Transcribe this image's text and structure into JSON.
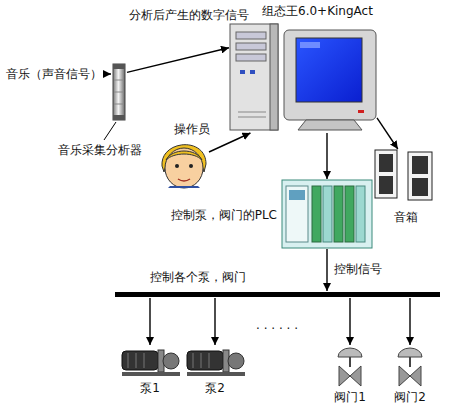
{
  "diagram": {
    "nodes": [
      {
        "text": [
          "音乐（声音信号）"
        ]
      },
      {
        "text": [
          "音乐采集分析器"
        ]
      },
      {
        "text": [
          "组态王6.0+KingAct"
        ]
      },
      {
        "text": [
          "操作员"
        ]
      },
      {
        "text": [
          "音箱"
        ]
      },
      {
        "text": [
          "控制泵，阀门的PLC"
        ]
      },
      {
        "text": [
          "控制各个泵，阀门"
        ]
      },
      {
        "text": [
          "泵1"
        ]
      },
      {
        "text": [
          "泵2"
        ]
      },
      {
        "text": [
          "阀门1"
        ]
      },
      {
        "text": [
          "阀门2"
        ]
      }
    ],
    "edges": [
      {
        "from": 0,
        "to": 1,
        "arrow": "to"
      },
      {
        "from": 1,
        "to": 2,
        "arrow": "to",
        "label": "分析后产生的数字信号"
      },
      {
        "from": 3,
        "to": 2,
        "arrow": "to"
      },
      {
        "from": 2,
        "to": 4,
        "arrow": "to"
      },
      {
        "from": 2,
        "to": 5,
        "arrow": "to"
      },
      {
        "from": 5,
        "to": 6,
        "arrow": "to",
        "label": "控制信号"
      },
      {
        "from": 6,
        "to": 7,
        "arrow": "to"
      },
      {
        "from": 6,
        "to": 8,
        "arrow": "to"
      },
      {
        "from": 6,
        "to": 9,
        "arrow": "to"
      },
      {
        "from": 6,
        "to": 10,
        "arrow": "to"
      }
    ],
    "labels": [
      "· · · · · ·"
    ]
  }
}
